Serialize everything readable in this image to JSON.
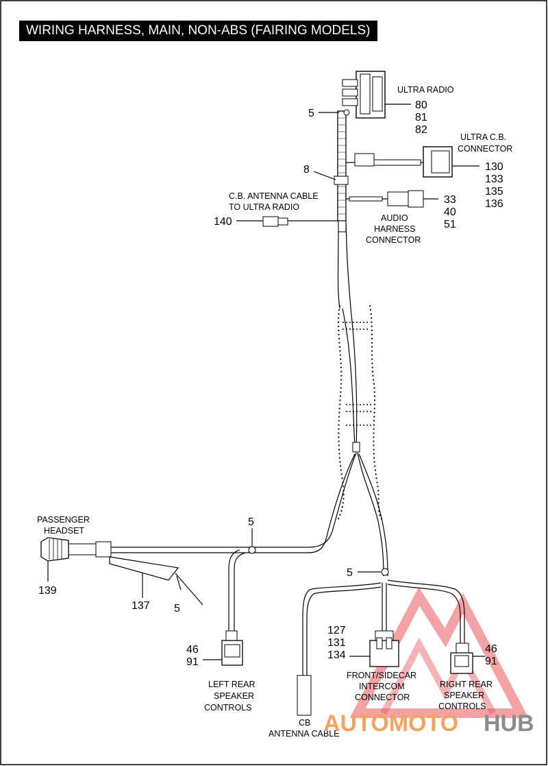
{
  "title": "WIRING HARNESS, MAIN, NON-ABS (FAIRING MODELS)",
  "callouts": {
    "ultra_radio": {
      "label": "ULTRA RADIO",
      "refs": [
        "80",
        "81",
        "82"
      ],
      "clip": "5"
    },
    "ultra_cb": {
      "label_lines": [
        "ULTRA C.B.",
        "CONNECTOR"
      ],
      "refs": [
        "130",
        "133",
        "135",
        "136"
      ]
    },
    "clip_8": "8",
    "cb_antenna_radio": {
      "label_lines": [
        "C.B. ANTENNA CABLE",
        "TO ULTRA RADIO"
      ],
      "ref": "140"
    },
    "audio_harness": {
      "label_lines": [
        "AUDIO",
        "HARNESS",
        "CONNECTOR"
      ],
      "refs": [
        "33",
        "40",
        "51"
      ]
    },
    "passenger_headset": {
      "label_lines": [
        "PASSENGER",
        "HEADSET"
      ],
      "ref": "139"
    },
    "clip_left": "5",
    "ref_137": "137",
    "clip_137": "5",
    "clip_right": "5",
    "left_rear": {
      "label_lines": [
        "LEFT REAR",
        "SPEAKER",
        "CONTROLS"
      ],
      "refs": [
        "46",
        "91"
      ]
    },
    "intercom": {
      "label_lines": [
        "FRONT/SIDECAR",
        "INTERCOM",
        "CONNECTOR"
      ],
      "refs": [
        "127",
        "131",
        "134"
      ]
    },
    "right_rear": {
      "label_lines": [
        "RIGHT REAR",
        "SPEAKER",
        "CONTROLS"
      ],
      "refs": [
        "46",
        "91"
      ]
    },
    "cb_antenna": {
      "label_lines": [
        "CB",
        "ANTENNA CABLE"
      ]
    }
  },
  "watermark": {
    "part1": "AUTOMOTO",
    "part2": "HUB",
    "color1": "#f4a460",
    "color2": "#8c8c8c",
    "logo_color": "#e8383d"
  }
}
